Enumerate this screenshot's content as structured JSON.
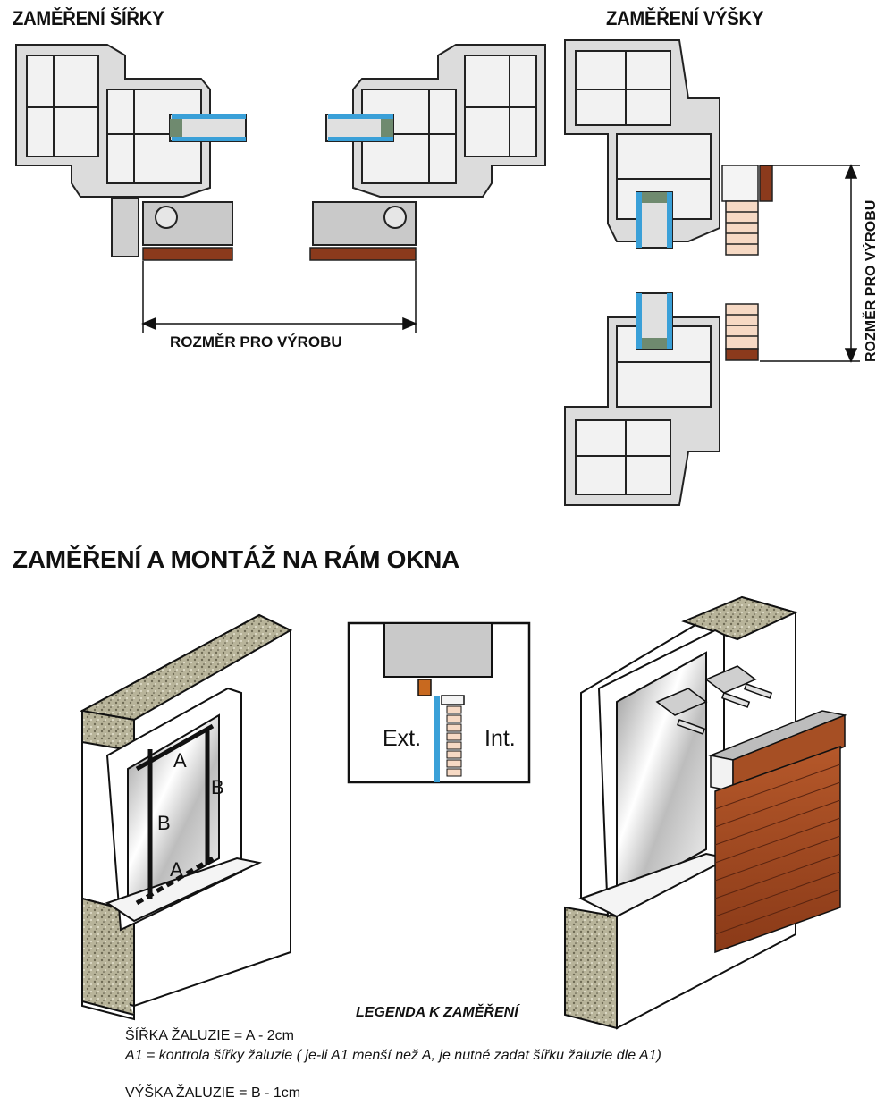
{
  "top_left": {
    "title": "ZAMĚŘENÍ ŠÍŘKY",
    "dimension_label": "ROZMĚR PRO VÝROBU"
  },
  "top_right": {
    "title": "ZAMĚŘENÍ VÝŠKY",
    "dimension_label": "ROZMĚR PRO VÝROBU"
  },
  "section": {
    "title": "ZAMĚŘENÍ A MONTÁŽ NA RÁM OKNA"
  },
  "left_illustration": {
    "label_a_top": "A",
    "label_b_left": "B",
    "label_b_right": "B",
    "label_a_bottom": "A"
  },
  "detail_box": {
    "label_ext": "Ext.",
    "label_int": "Int."
  },
  "legend": {
    "title": "LEGENDA K ZAMĚŘENÍ",
    "line1": "ŠÍŘKA ŽALUZIE = A - 2cm",
    "line2": "A1 = kontrola šířky žaluzie ( je-li A1 menší než A, je nutné zadat šířku žaluzie dle A1)",
    "line3": "VÝŠKA ŽALUZIE = B - 1cm"
  },
  "colors": {
    "frame_gray": "#d9d9d9",
    "glass_blue": "#3aa0d8",
    "wood_brown": "#8b3a1c",
    "stone": "#b8b49a",
    "blind_brown": "#9c4a22"
  }
}
